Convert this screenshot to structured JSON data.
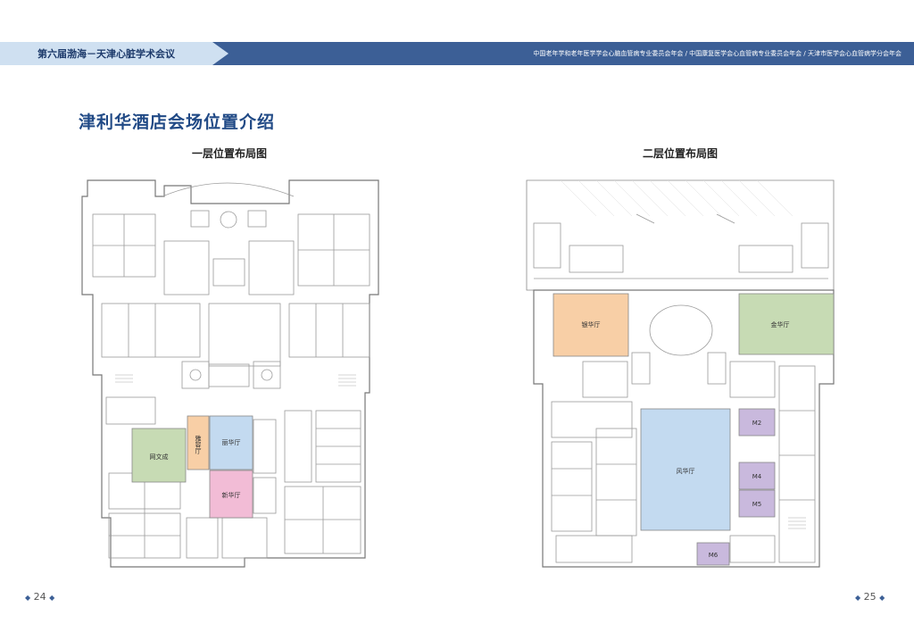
{
  "header": {
    "conference_title": "第六届渤海－天津心脏学术会议",
    "organizers": "中国老年学和老年医学学会心脑血管病专业委员会年会 / 中国康复医学会心血管病专业委员会年会 / 天津市医学会心血管病学分会年会"
  },
  "page_title": "津利华酒店会场位置介绍",
  "floor1": {
    "title": "一层位置布局图",
    "rooms": {
      "wangwencheng": "网文成",
      "yarongting": "雅容厅",
      "lihuating": "丽华厅",
      "xinhuating": "新华厅"
    }
  },
  "floor2": {
    "title": "二层位置布局图",
    "rooms": {
      "yinhuating": "银华厅",
      "jinhuating": "金华厅",
      "fenghuating": "风华厅",
      "m2": "M2",
      "m4": "M4",
      "m5": "M5",
      "m6": "M6"
    }
  },
  "footer": {
    "left_page": "24",
    "right_page": "25"
  },
  "colors": {
    "header_blue": "#3c5f96",
    "header_light": "#cfe0f1",
    "title_blue": "#214a86",
    "room_green": "#c7dbb4",
    "room_orange": "#f8cfa6",
    "room_blue": "#c3daf0",
    "room_pink": "#f2bcd6",
    "room_purple": "#c9b9dd"
  }
}
